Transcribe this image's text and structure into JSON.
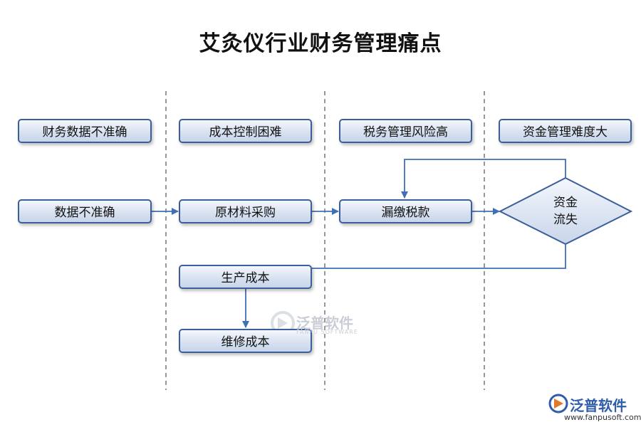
{
  "title": "艾灸仪行业财务管理痛点",
  "columns": [
    {
      "header": "财务数据不准确"
    },
    {
      "header": "成本控制困难"
    },
    {
      "header": "税务管理风险高"
    },
    {
      "header": "资金管理难度大"
    }
  ],
  "nodes": {
    "data_inaccurate": "数据不准确",
    "raw_material": "原材料采购",
    "tax_omission": "漏缴税款",
    "fund_loss_line1": "资金",
    "fund_loss_line2": "流失",
    "production_cost": "生产成本",
    "maintenance_cost": "维修成本"
  },
  "watermark": {
    "brand": "泛普软件",
    "sub": "FANPU SOFTWARE"
  },
  "logo": {
    "brand": "泛普软件",
    "url": "www.fanpusoft.com"
  },
  "colors": {
    "box_border": "#3a5f9a",
    "box_fill": "#d6e0f0",
    "arrow": "#3f6fb5",
    "divider": "#555555"
  }
}
